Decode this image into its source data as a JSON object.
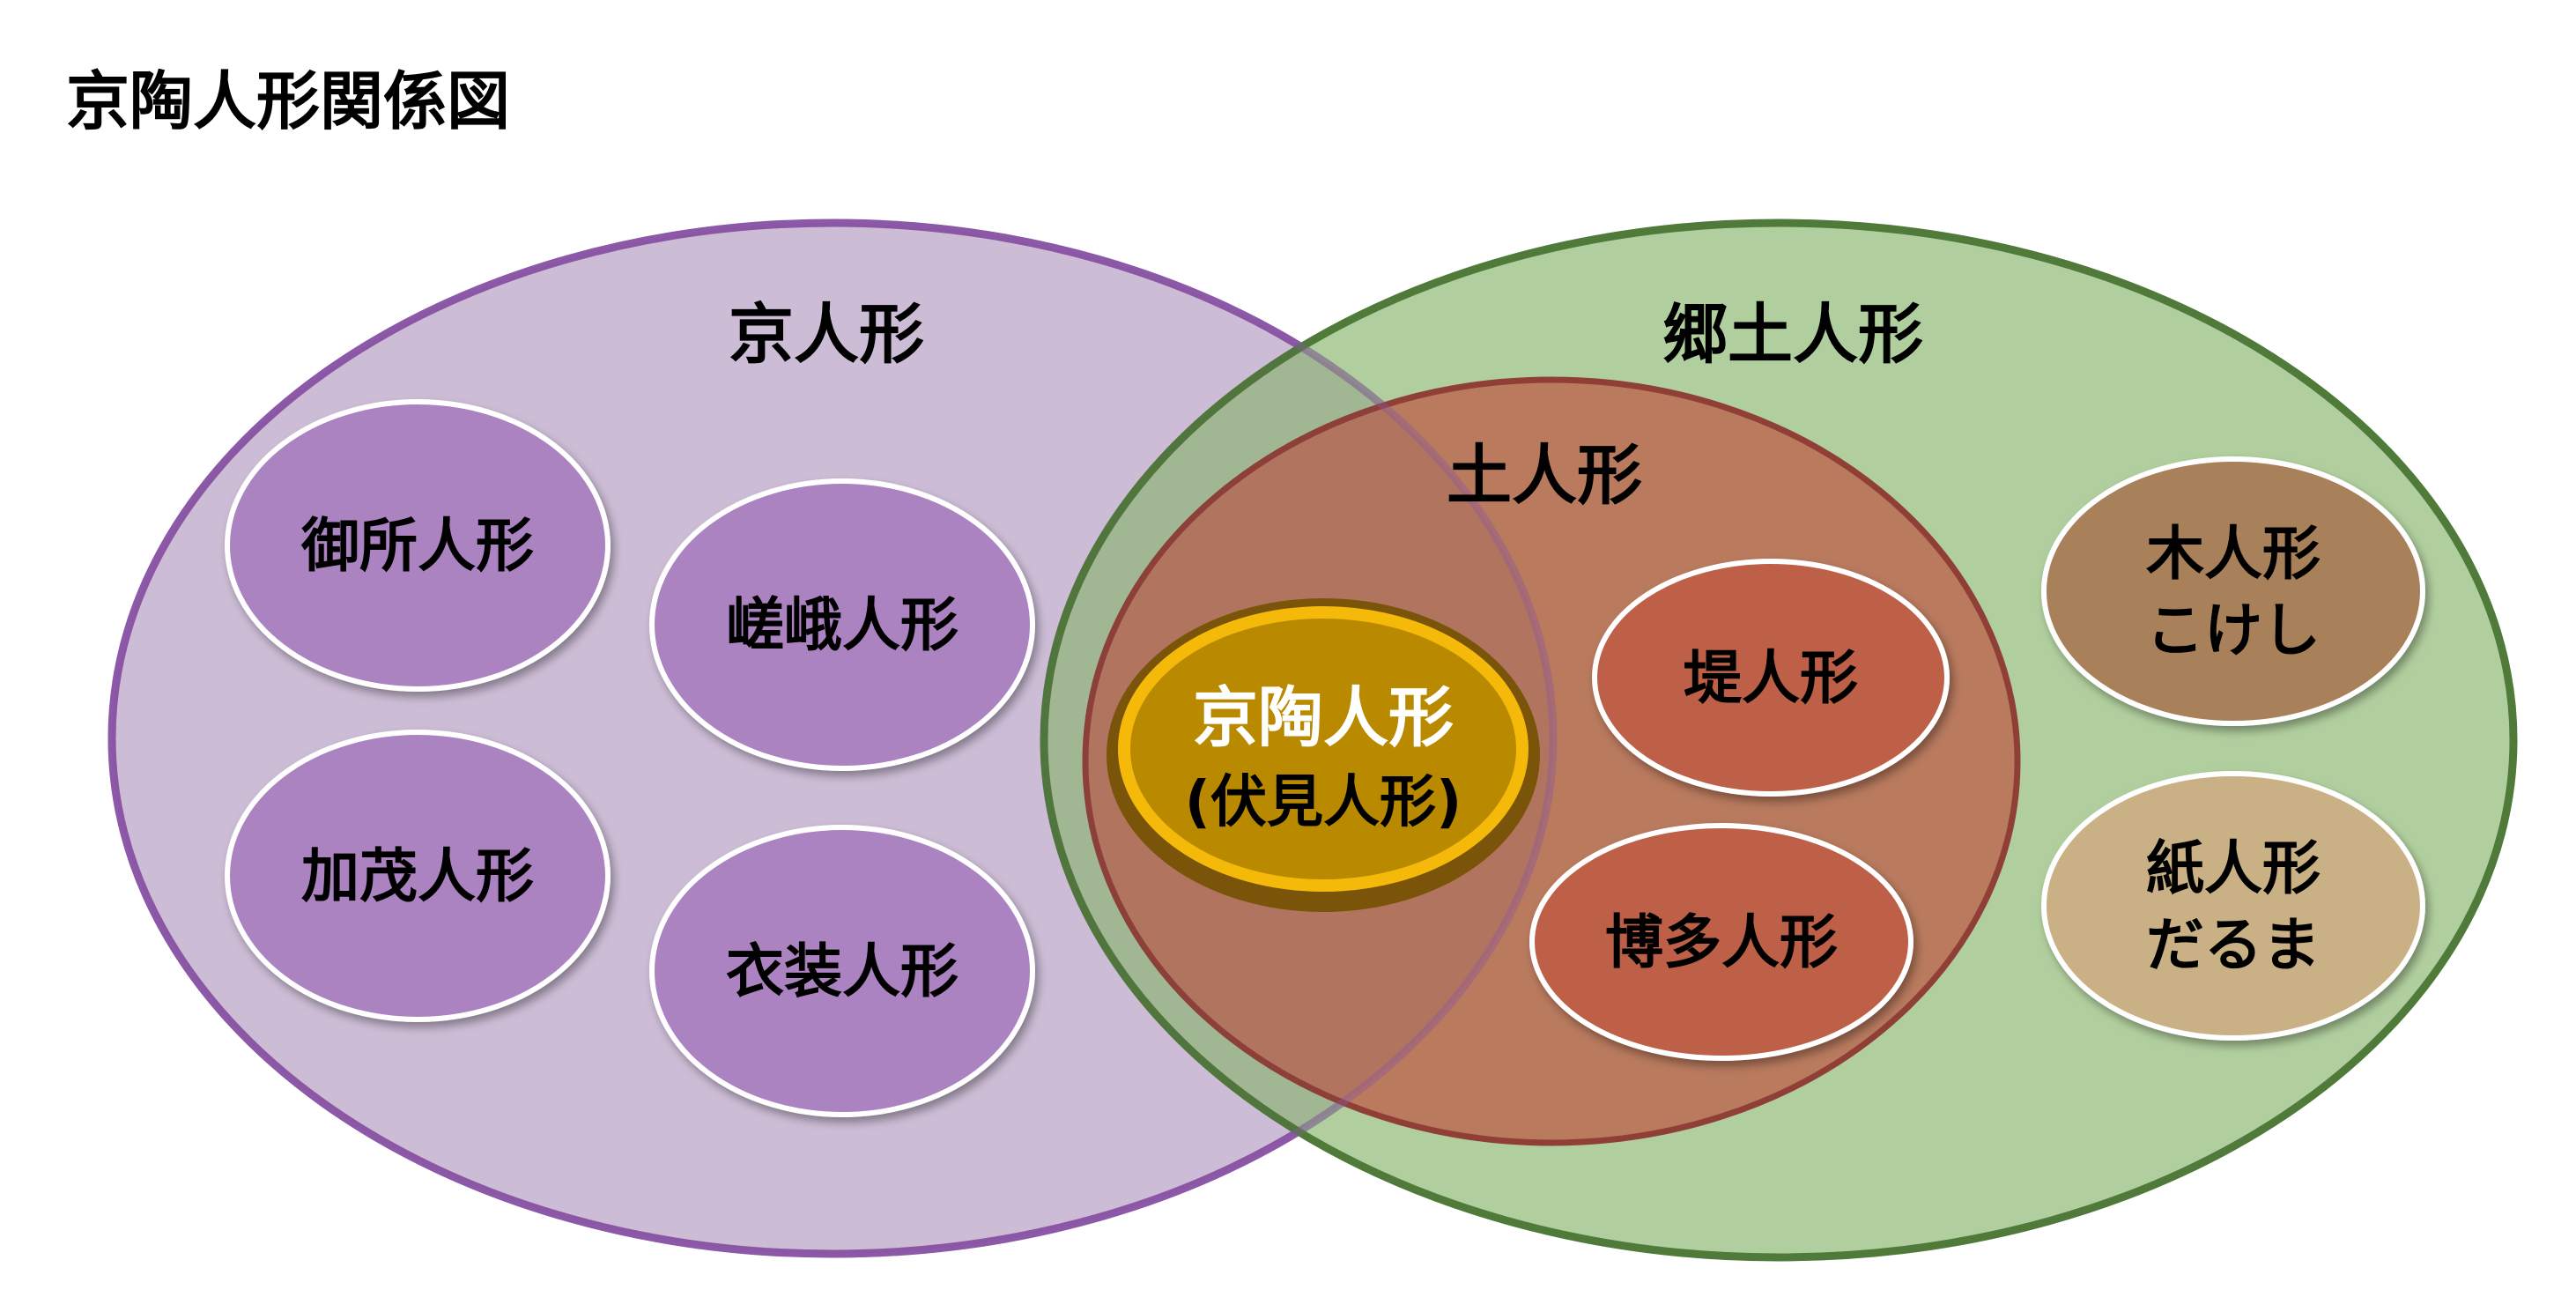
{
  "title": "京陶人形関係図",
  "groups": {
    "kyo": {
      "label": "京人形",
      "color": "#d4c6de",
      "stroke": "#8c58a8"
    },
    "kyodo": {
      "label": "郷土人形",
      "color": "#aec99c",
      "stroke": "#4f7a39"
    },
    "tsuchi": {
      "label": "土人形",
      "color": "#b5715a",
      "stroke": "#8f3f35"
    }
  },
  "items": {
    "gosho": "御所人形",
    "saga": "嵯峨人形",
    "kamo": "加茂人形",
    "isho": "衣装人形",
    "tsutsumi": "堤人形",
    "hakata": "博多人形",
    "kyoto_line1": "京陶人形",
    "kyoto_line2": "(伏見人形)",
    "ki_line1": "木人形",
    "ki_line2": "こけし",
    "kami_line1": "紙人形",
    "kami_line2": "だるま"
  }
}
